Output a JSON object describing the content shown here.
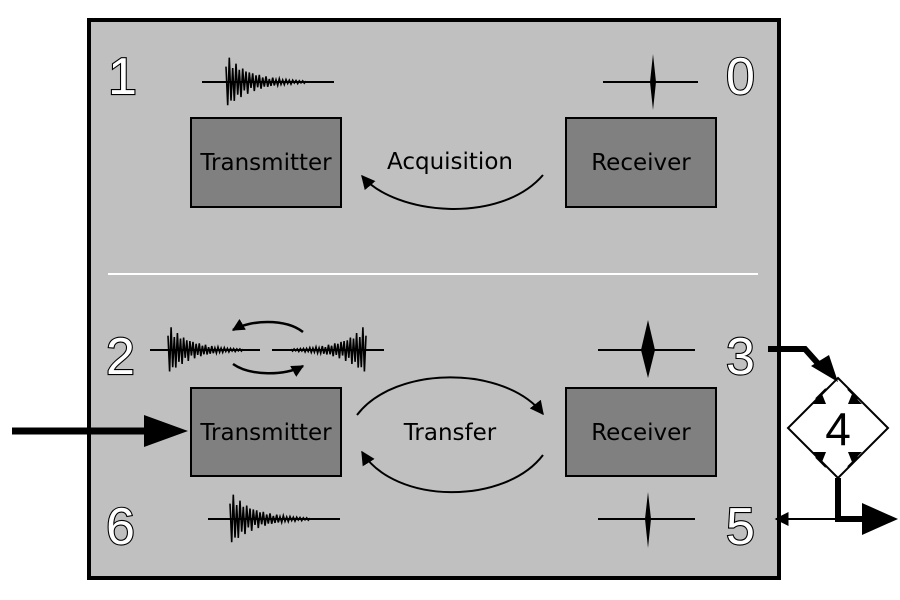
{
  "colors": {
    "panel": "#c0c0c0",
    "box": "#808080",
    "ink": "#000000",
    "divider": "#ffffff"
  },
  "top": {
    "step_left": "1",
    "step_right": "0",
    "transmitter_label": "Transmitter",
    "receiver_label": "Receiver",
    "arrow_label": "Acquisition"
  },
  "bottom": {
    "step_top_left": "2",
    "step_top_right": "3",
    "step_bottom_left": "6",
    "step_bottom_right": "5",
    "transmitter_label": "Transmitter",
    "receiver_label": "Receiver",
    "arrow_label": "Transfer"
  },
  "bridge": {
    "label": "4"
  },
  "icons": [
    "decaying-waveform-icon",
    "spike-pulse-icon",
    "diode-bridge-icon"
  ]
}
